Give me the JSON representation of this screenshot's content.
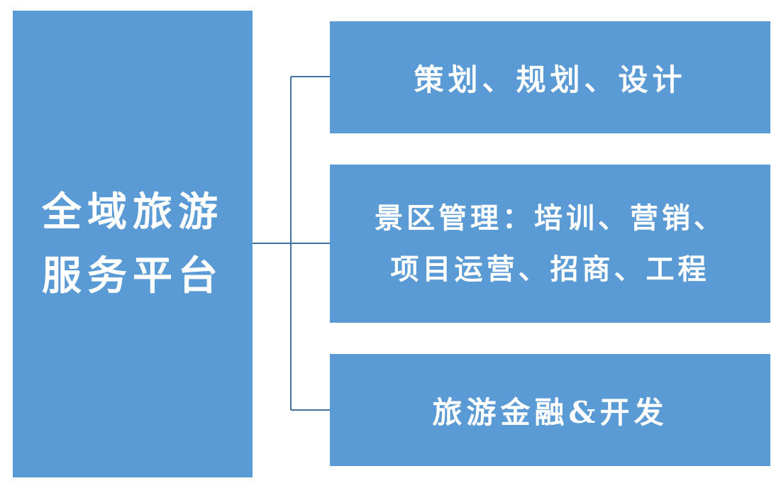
{
  "root": {
    "line1": "全域旅游",
    "line2": "服务平台"
  },
  "children": [
    {
      "label": "策划、规划、设计"
    },
    {
      "line1": "景区管理：培训、营销、",
      "line2": "项目运营、招商、工程"
    },
    {
      "label": "旅游金融&开发"
    }
  ],
  "colors": {
    "box_fill": "#5b9bd5",
    "connector": "#41719c",
    "text": "#ffffff"
  }
}
